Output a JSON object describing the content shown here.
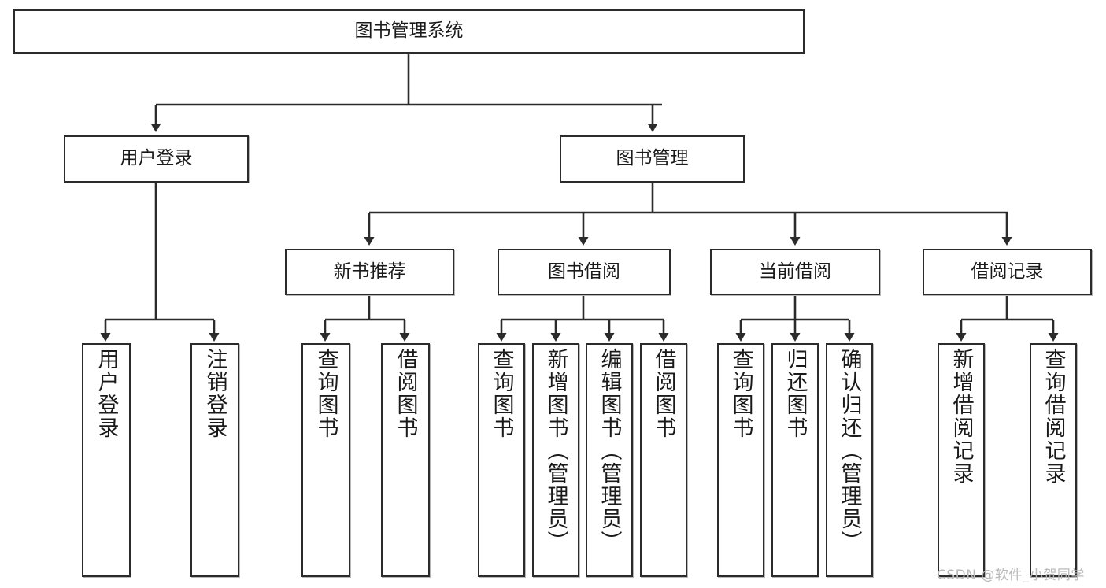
{
  "diagram": {
    "title": "图书管理系统",
    "watermark": "CSDN @软件_小贺同学",
    "colors": {
      "stroke": "#2b2b2b",
      "box_fill": "#ffffff",
      "text": "#1a1a1a",
      "watermark": "#b9b9b9",
      "background": "#ffffff"
    },
    "nodes": {
      "root": {
        "label": "图书管理系统"
      },
      "level2": [
        {
          "label": "用户登录"
        },
        {
          "label": "图书管理"
        }
      ],
      "level3": [
        {
          "label": "新书推荐"
        },
        {
          "label": "图书借阅"
        },
        {
          "label": "当前借阅"
        },
        {
          "label": "借阅记录"
        }
      ],
      "leaves": {
        "user_login": [
          {
            "label": "用户登录"
          },
          {
            "label": "注销登录"
          }
        ],
        "new_book_recommend": [
          {
            "label": "查询图书"
          },
          {
            "label": "借阅图书"
          }
        ],
        "book_borrow": [
          {
            "label": "查询图书"
          },
          {
            "label": "新增图书（管理员）"
          },
          {
            "label": "编辑图书（管理员）"
          },
          {
            "label": "借阅图书"
          }
        ],
        "current_borrow": [
          {
            "label": "查询图书"
          },
          {
            "label": "归还图书"
          },
          {
            "label": "确认归还（管理员）"
          }
        ],
        "borrow_record": [
          {
            "label": "新增借阅记录"
          },
          {
            "label": "查询借阅记录"
          }
        ]
      }
    }
  }
}
